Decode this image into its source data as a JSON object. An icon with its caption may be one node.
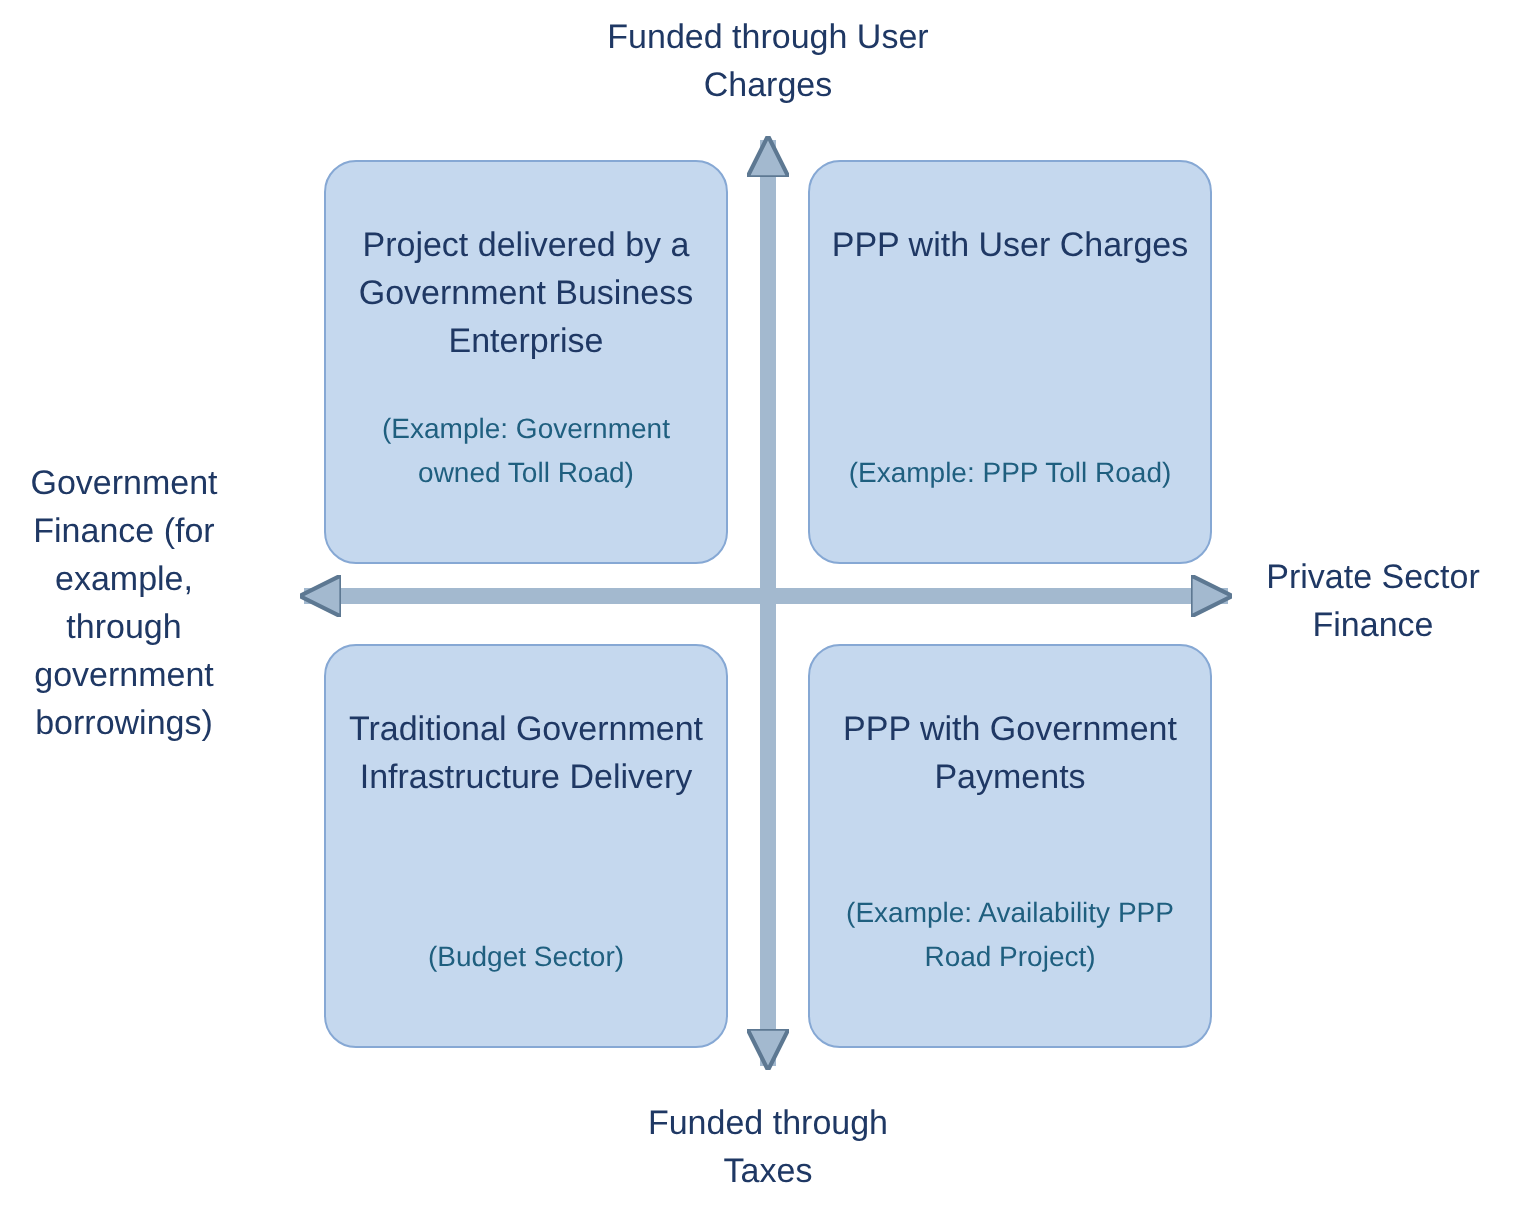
{
  "diagram": {
    "nodes": [
      {
        "text": [
          "Funded through User Charges"
        ]
      },
      {
        "text": [
          "Project delivered by a Government Business Enterprise",
          "(Example: Government owned Toll Road)"
        ]
      },
      {
        "text": [
          "PPP with User Charges",
          "(Example: PPP Toll Road)"
        ]
      },
      {
        "text": [
          "Government Finance (for example, through government borrowings)"
        ]
      },
      {
        "text": [
          "Private Sector Finance"
        ]
      },
      {
        "text": [
          "Traditional Government Infrastructure Delivery",
          "(Budget Sector)"
        ]
      },
      {
        "text": [
          "PPP with Government Payments",
          "(Example: Availability PPP Road Project)"
        ]
      },
      {
        "text": [
          "Funded through Taxes"
        ]
      }
    ],
    "edges": [
      {
        "from": 0,
        "to": 7,
        "arrow": "both"
      },
      {
        "from": 3,
        "to": 4,
        "arrow": "both"
      }
    ]
  }
}
